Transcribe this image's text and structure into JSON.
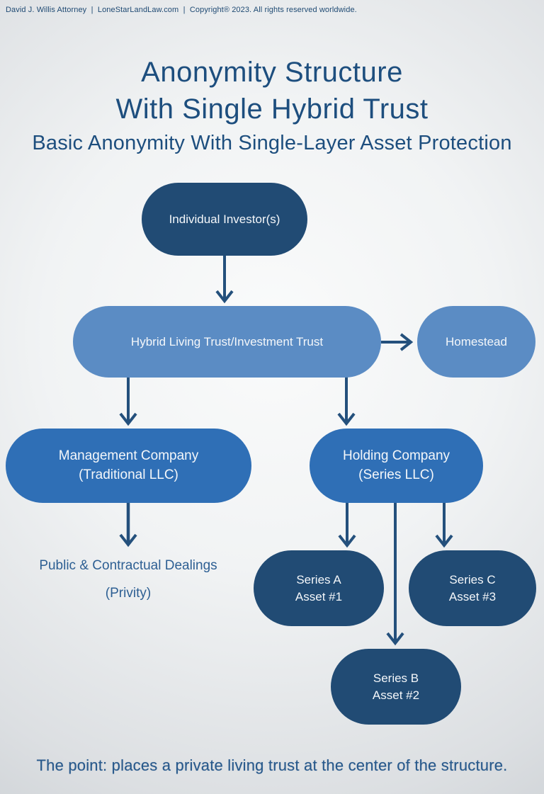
{
  "colors": {
    "navy_node": "#214b74",
    "medium_blue_node": "#5b8cc4",
    "bright_blue_node": "#2f6fb6",
    "arrow": "#24507c",
    "heading_text": "#1d4e7e",
    "annotation_text": "#2d5f93"
  },
  "header": {
    "text": "David J. Willis Attorney  |  LoneStarLandLaw.com  |  Copyright® 2023. All rights reserved worldwide."
  },
  "title": {
    "line1": "Anonymity Structure",
    "line2": "With Single Hybrid Trust",
    "subtitle": "Basic Anonymity With Single-Layer Asset Protection"
  },
  "nodes": {
    "individual_investors": {
      "label": "Individual Investor(s)"
    },
    "hybrid_trust": {
      "label": "Hybrid Living Trust/Investment Trust"
    },
    "homestead": {
      "label": "Homestead"
    },
    "management_company": {
      "line1": "Management Company",
      "line2": "(Traditional LLC)"
    },
    "holding_company": {
      "line1": "Holding Company",
      "line2": "(Series LLC)"
    },
    "series_a": {
      "line1": "Series A",
      "line2": "Asset #1"
    },
    "series_b": {
      "line1": "Series B",
      "line2": "Asset #2"
    },
    "series_c": {
      "line1": "Series C",
      "line2": "Asset #3"
    }
  },
  "annotations": {
    "public_dealings_line1": "Public & Contractual Dealings",
    "public_dealings_line2": "(Privity)"
  },
  "footer": {
    "text": "The point: places a private living trust at the center of the structure."
  }
}
